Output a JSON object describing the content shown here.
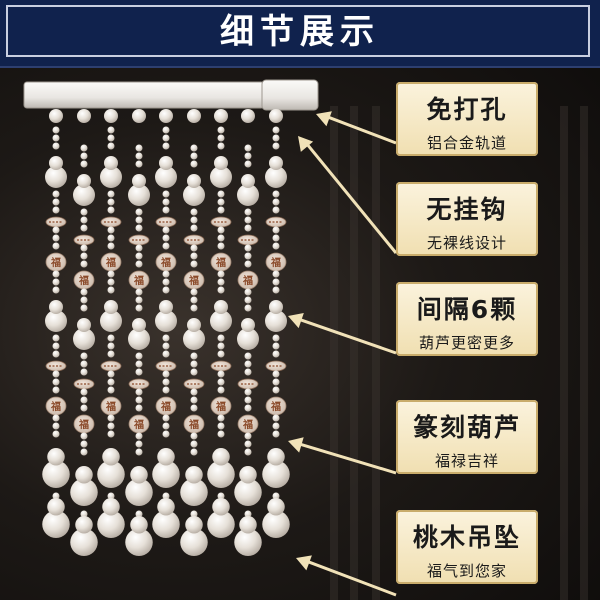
{
  "header": {
    "title": "细节展示"
  },
  "features": [
    {
      "main": "免打孔",
      "sub": "铝合金轨道"
    },
    {
      "main": "无挂钩",
      "sub": "无裸线设计"
    },
    {
      "main": "间隔6颗",
      "sub": "葫芦更密更多"
    },
    {
      "main": "篆刻葫芦",
      "sub": "福禄吉祥"
    },
    {
      "main": "桃木吊坠",
      "sub": "福气到您家"
    }
  ],
  "bead_stamp": "福",
  "colors": {
    "header": "#10224d",
    "label_bg": "#f3e4bb",
    "arrow": "#f1e2b8",
    "bead": "#ece7e1",
    "stamp": "#8a4a2a"
  }
}
